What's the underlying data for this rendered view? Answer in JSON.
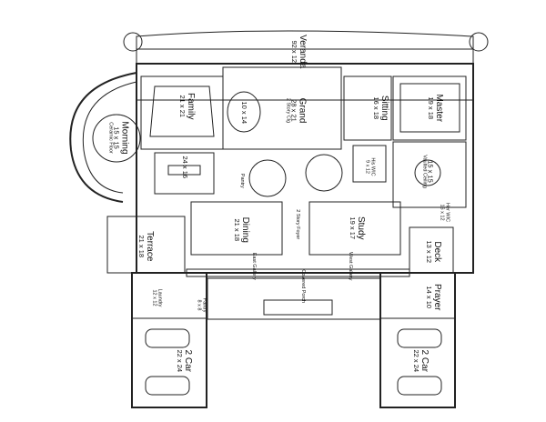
{
  "rooms": {
    "veranda": {
      "name": "Veranda",
      "dims": "92 x 12"
    },
    "morning": {
      "name": "Morning",
      "dims": "15 x 15",
      "note": "Ceramic Floor"
    },
    "family": {
      "name": "Family",
      "dims": "21 x 21"
    },
    "grand": {
      "name": "Grand",
      "dims": "28 x 21",
      "note": "2 Story Clg"
    },
    "sitting": {
      "name": "Sitting",
      "dims": "16 x 18"
    },
    "master": {
      "name": "Master",
      "dims": "19 x 18"
    },
    "wine": {
      "dims": "10 x 14"
    },
    "kitchen": {
      "dims": "24 x 16"
    },
    "bath": {
      "dims": "15 x 15",
      "note": "Vaulted Ceiling"
    },
    "his_wic": {
      "name": "His WIC",
      "dims": "9 x 12"
    },
    "her_wic": {
      "name": "Her WIC",
      "dims": "16 x 12"
    },
    "pantry": {
      "name": "Pantry"
    },
    "study": {
      "name": "Study",
      "dims": "19 x 17"
    },
    "dining": {
      "name": "Dining",
      "dims": "21 x 18"
    },
    "foyer": {
      "name": "2 Story Foyer"
    },
    "terrace": {
      "name": "Terrace",
      "dims": "21 x 18"
    },
    "deck": {
      "name": "Deck",
      "dims": "13 x 12"
    },
    "prayer": {
      "name": "Prayer",
      "dims": "14 x 10"
    },
    "laundry": {
      "name": "Laundry",
      "dims": "12 x 12"
    },
    "pantry2": {
      "name": "Pantry",
      "dims": "8 x 8"
    },
    "garage_left": {
      "name": "2 Car",
      "dims": "22 x 24"
    },
    "garage_right": {
      "name": "2 Car",
      "dims": "22 x 24"
    }
  },
  "labels": {
    "east_gallery": "East Gallery",
    "west_gallery": "West Gallery",
    "covered_porch": "Covered Porch"
  }
}
